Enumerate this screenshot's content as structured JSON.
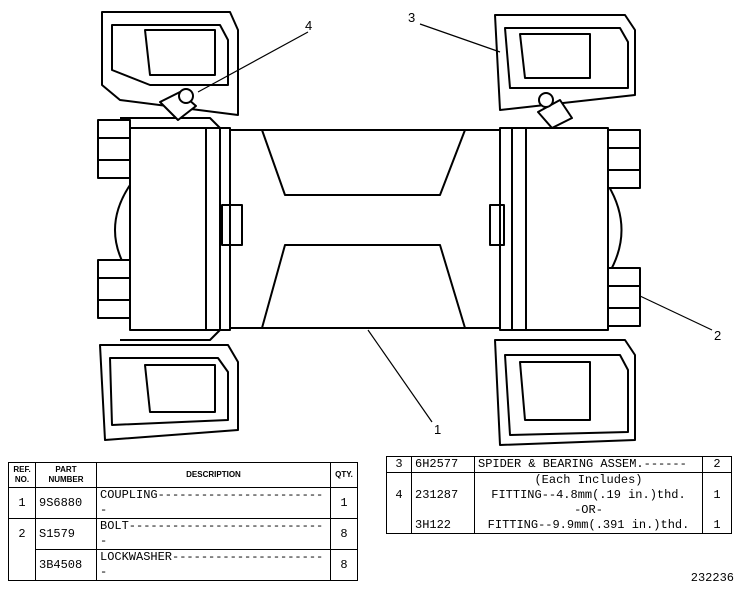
{
  "callouts": {
    "c1": "1",
    "c2": "2",
    "c3": "3",
    "c4": "4"
  },
  "table_left": {
    "headers": {
      "ref": "REF. NO.",
      "part": "PART NUMBER",
      "desc": "DESCRIPTION",
      "qty": "QTY."
    },
    "rows": [
      {
        "ref": "1",
        "part": "9S6880",
        "desc": "COUPLING------------------------",
        "qty": "1"
      },
      {
        "ref": "2",
        "part": "S1579",
        "desc": "BOLT----------------------------",
        "qty": "8"
      },
      {
        "ref": "",
        "part": "3B4508",
        "desc": "LOCKWASHER----------------------",
        "qty": "8"
      }
    ]
  },
  "table_right": {
    "rows": [
      {
        "ref": "3",
        "part": "6H2577",
        "desc": "SPIDER & BEARING ASSEM.------",
        "qty": "2"
      },
      {
        "ref": "",
        "part": "",
        "desc": "(Each Includes)",
        "qty": ""
      },
      {
        "ref": "4",
        "part": "231287",
        "desc": "FITTING--4.8mm(.19 in.)thd.",
        "qty": "1"
      },
      {
        "ref": "",
        "part": "",
        "desc": "-OR-",
        "qty": ""
      },
      {
        "ref": "",
        "part": "3H122",
        "desc": "FITTING--9.9mm(.391 in.)thd.",
        "qty": "1"
      }
    ]
  },
  "drawing_number": "232236"
}
